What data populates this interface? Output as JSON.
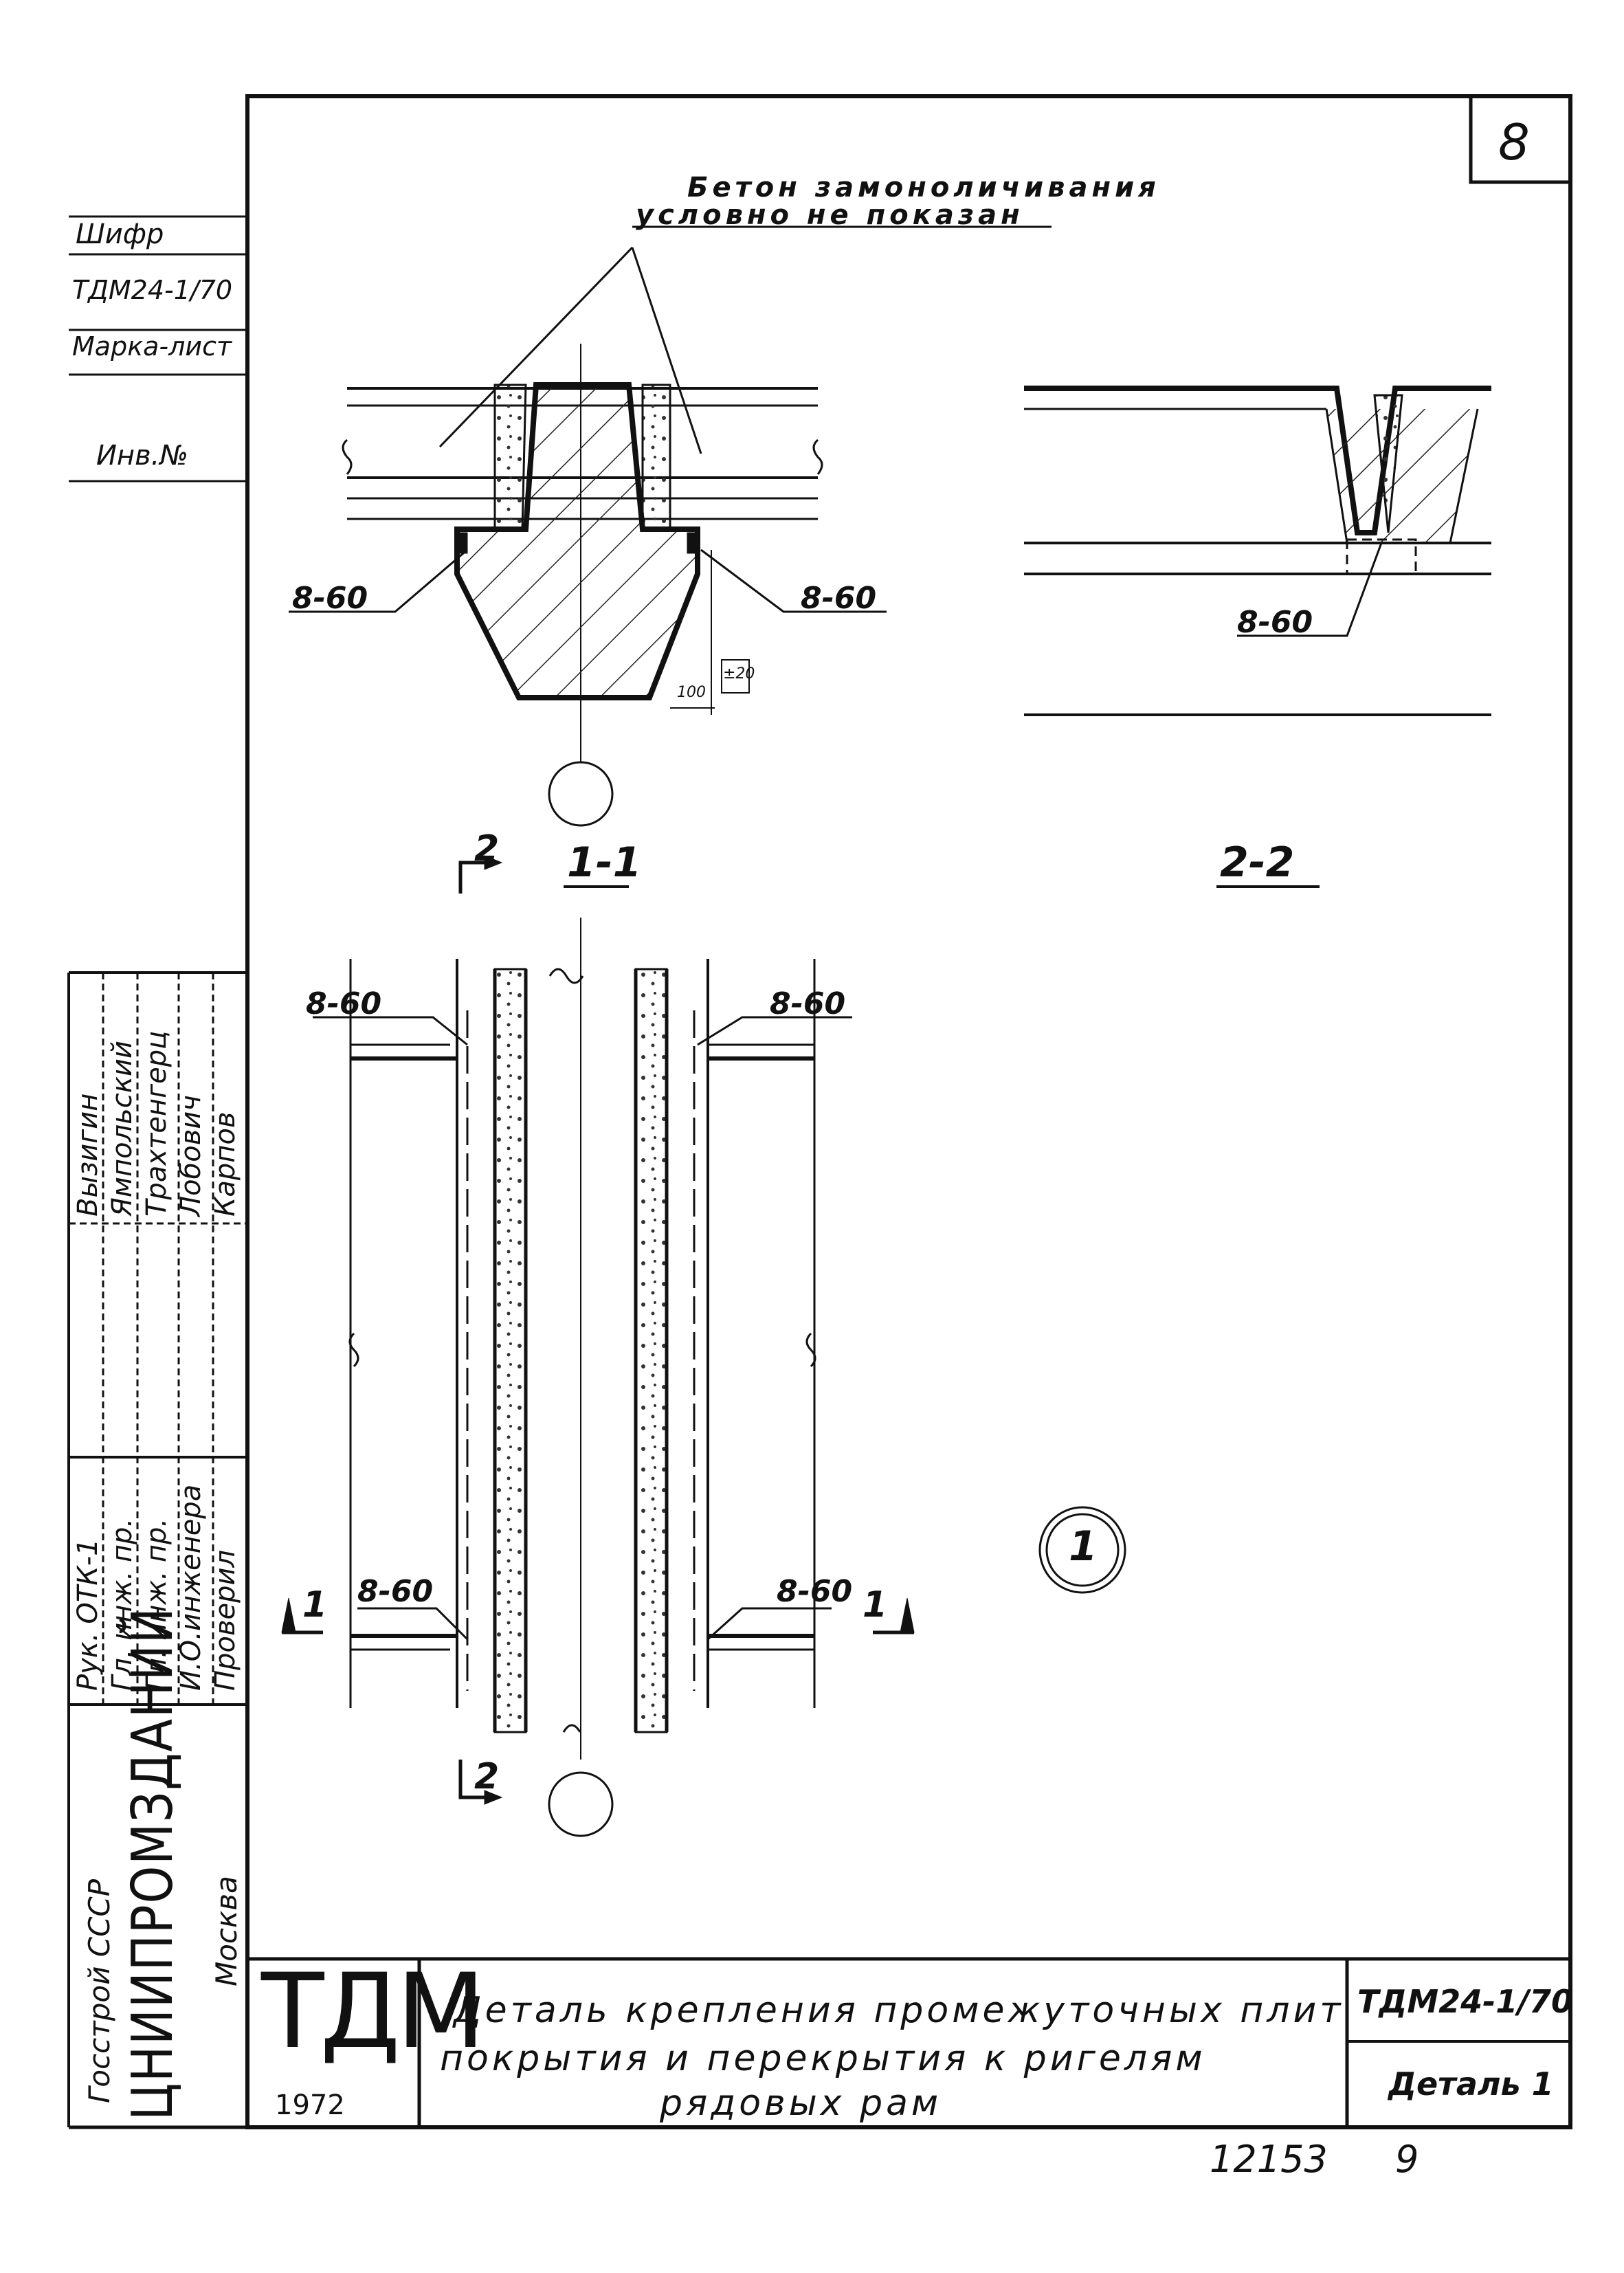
{
  "sheet_number": "8",
  "note_line1": "Бетон замоноличивания",
  "note_line2": "условно не показан",
  "side_column": {
    "shifr_label": "Шифр",
    "shifr_value": "ТДМ24-1/70",
    "marka_label": "Марка-лист",
    "inv_label": "Инв.№"
  },
  "signatures": {
    "roles": [
      "Рук. ОТК-1",
      "Гл. инж. пр.",
      "Гл. инж. пр.",
      "И.О.инженера",
      "Проверил"
    ],
    "names": [
      "Вызигин",
      "Ямпольский",
      "Трахтенгерц",
      "Лобович",
      "Карпов"
    ]
  },
  "organization": {
    "ministry": "Госстрой СССР",
    "institute": "ЦНИИПРОМЗДАНИЙ",
    "city": "Москва"
  },
  "section_labels": {
    "section_1_1": "1-1",
    "section_2_2": "2-2",
    "cut_mark_2": "2",
    "cut_mark_1": "1",
    "detail_mark": "1"
  },
  "weld_labels": {
    "w1": "8-60",
    "w2": "8-60",
    "w3": "8-60",
    "w4": "8-60",
    "w5": "8-60",
    "w6": "8-60",
    "w7": "8-60"
  },
  "dimensions": {
    "d100": "100",
    "d20": "±20"
  },
  "title_block": {
    "logo": "ТДМ",
    "year": "1972",
    "title_line1": "Деталь крепления промежуточных плит",
    "title_line2": "покрытия и перекрытия к ригелям",
    "title_line3": "рядовых рам",
    "code": "ТДМ24-1/70",
    "detail": "Деталь 1"
  },
  "footer": {
    "archive_no": "12153",
    "page": "9"
  }
}
